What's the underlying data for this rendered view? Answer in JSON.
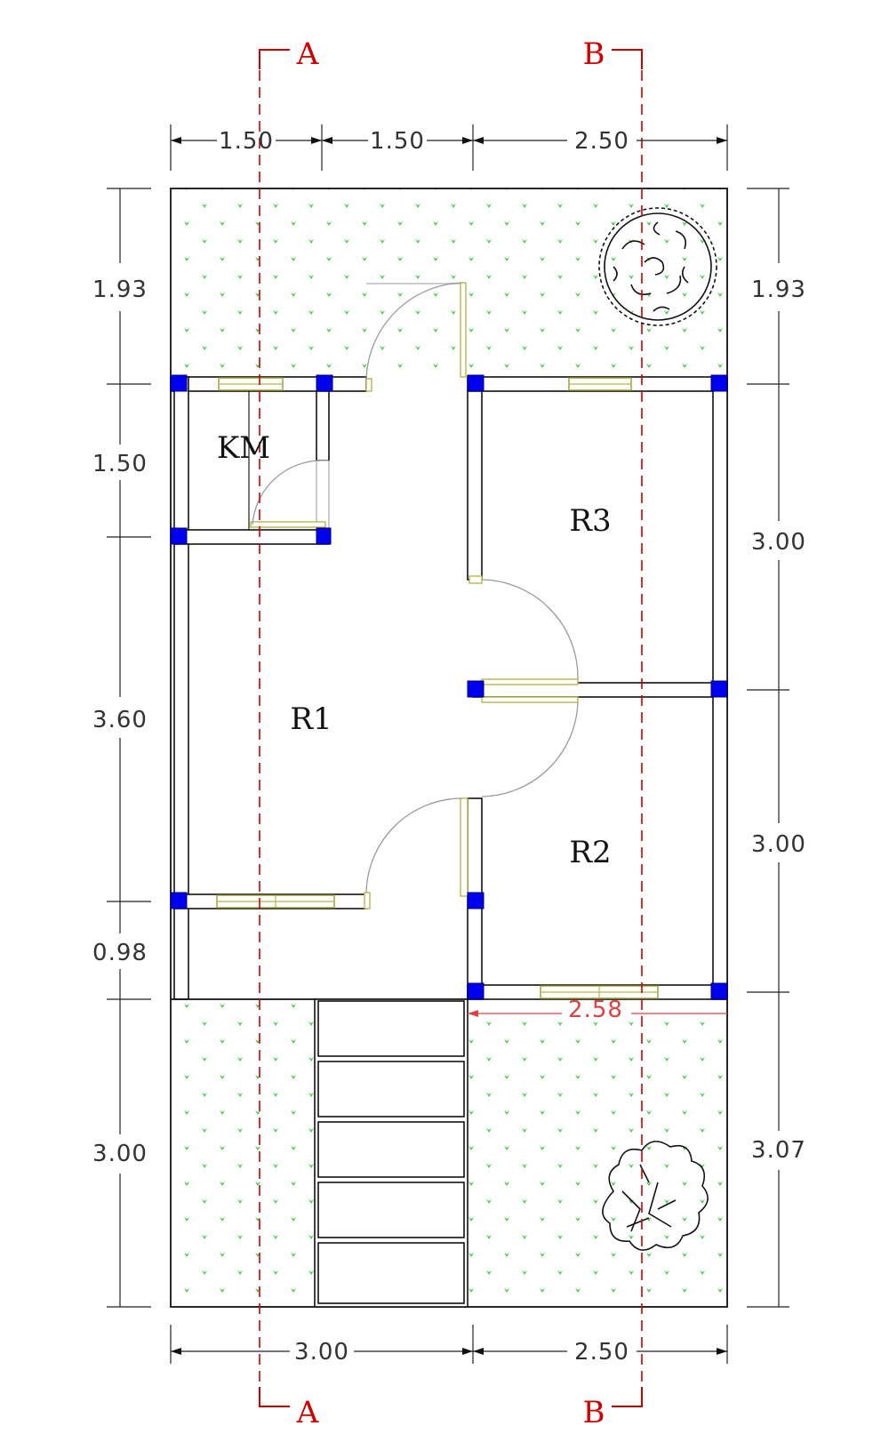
{
  "rooms": {
    "km": "KM",
    "r1": "R1",
    "r2": "R2",
    "r3": "R3"
  },
  "section_marks": {
    "a_top": "A",
    "b_top": "B",
    "a_bottom": "A",
    "b_bottom": "B"
  },
  "dimensions": {
    "top": [
      "1.50",
      "1.50",
      "2.50"
    ],
    "bottom": [
      "3.00",
      "2.50"
    ],
    "left": [
      "1.93",
      "1.50",
      "3.60",
      "0.98",
      "3.00"
    ],
    "right": [
      "1.93",
      "3.00",
      "3.00",
      "3.07"
    ],
    "inner_r2_bottom": "2.58"
  },
  "colors": {
    "wall": "#111111",
    "column": "#0000ee",
    "section_line": "#d00000",
    "grass": "#44cc44",
    "window": "#b5b54a"
  },
  "icons": [
    "tree-top-icon",
    "shrub-icon",
    "grass-hatch-icon"
  ]
}
